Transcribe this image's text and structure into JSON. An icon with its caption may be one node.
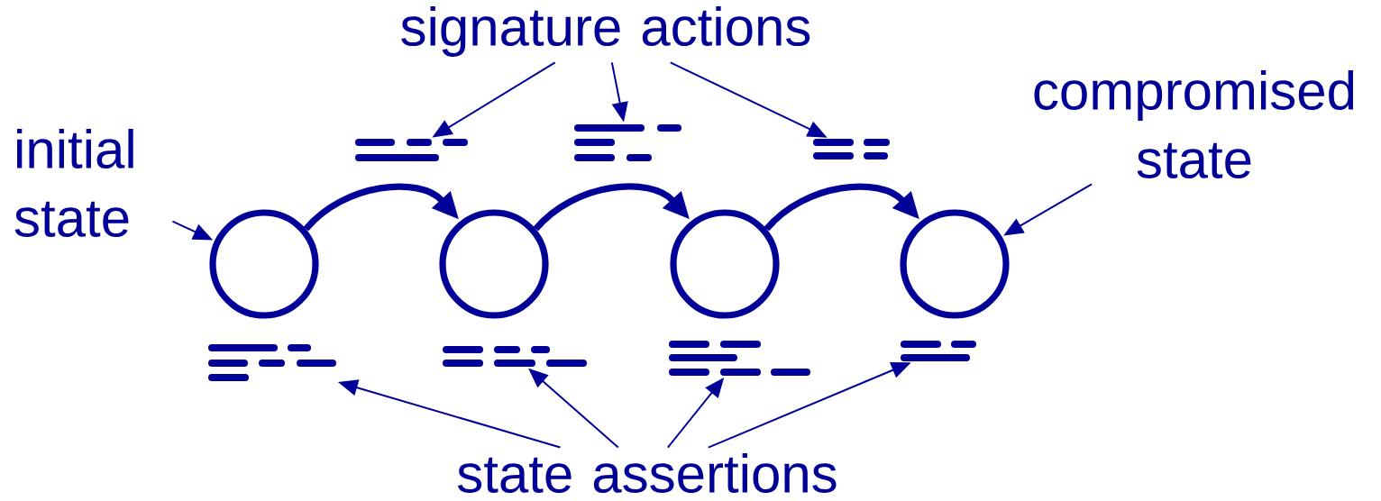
{
  "diagram": {
    "nodes": [
      {
        "text": [
          "initial state"
        ]
      },
      {
        "text": [
          "signature actions"
        ]
      },
      {
        "text": [
          "compromised state"
        ]
      },
      {
        "text": [
          "state assertions"
        ]
      },
      {
        "text": [],
        "shape": "circle"
      },
      {
        "text": [],
        "shape": "circle"
      },
      {
        "text": [],
        "shape": "circle"
      },
      {
        "text": [],
        "shape": "circle"
      },
      {
        "text": [],
        "shape": "bar"
      },
      {
        "text": [],
        "shape": "bar"
      },
      {
        "text": [],
        "shape": "bar"
      },
      {
        "text": [],
        "shape": "bar"
      },
      {
        "text": [],
        "shape": "bar"
      },
      {
        "text": [],
        "shape": "bar"
      },
      {
        "text": [],
        "shape": "bar"
      }
    ],
    "edges": [
      {
        "from": 0,
        "to": 4,
        "arrow": "to"
      },
      {
        "from": 1,
        "to": 8,
        "arrow": "to"
      },
      {
        "from": 1,
        "to": 9,
        "arrow": "to"
      },
      {
        "from": 1,
        "to": 10,
        "arrow": "to"
      },
      {
        "from": 2,
        "to": 7,
        "arrow": "to"
      },
      {
        "from": 4,
        "to": 5,
        "arrow": "to",
        "style": "thick"
      },
      {
        "from": 5,
        "to": 6,
        "arrow": "to",
        "style": "thick"
      },
      {
        "from": 6,
        "to": 7,
        "arrow": "to",
        "style": "thick"
      },
      {
        "from": 3,
        "to": 11,
        "arrow": "to"
      },
      {
        "from": 3,
        "to": 12,
        "arrow": "to"
      },
      {
        "from": 3,
        "to": 13,
        "arrow": "to"
      },
      {
        "from": 3,
        "to": 14,
        "arrow": "to"
      }
    ]
  }
}
